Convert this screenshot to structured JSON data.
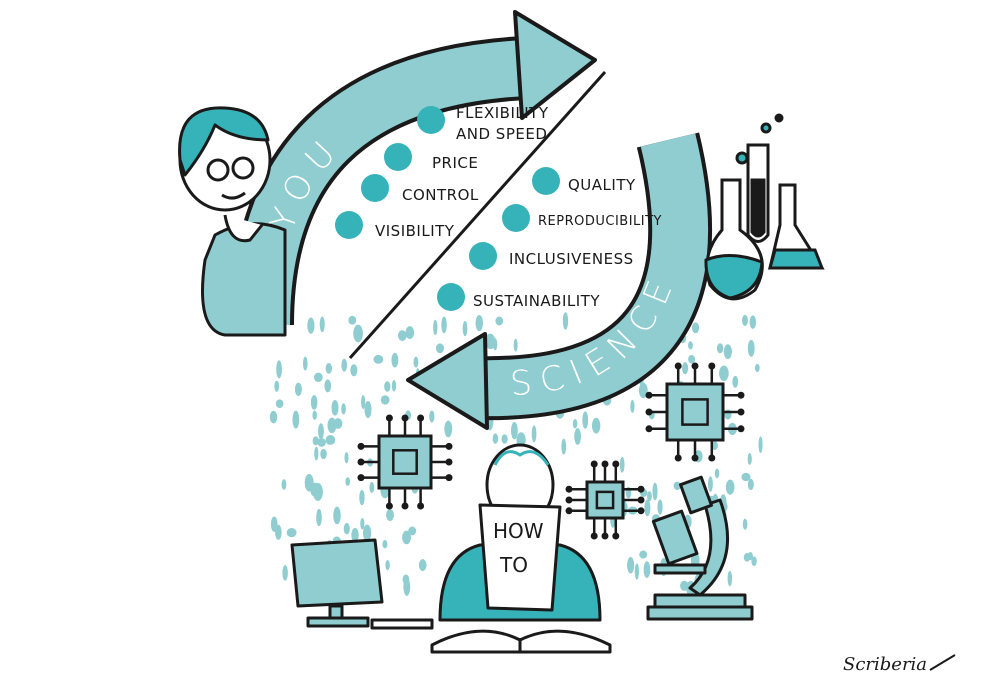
{
  "you_cycle": {
    "label": "YOU",
    "items": [
      "FLEXIBILITY",
      "AND SPEED",
      "PRICE",
      "CONTROL",
      "VISIBILITY"
    ]
  },
  "science_cycle": {
    "label": "SCIENCE",
    "items": [
      "QUALITY",
      "REPRODUCIBILITY",
      "INCLUSIVENESS",
      "SUSTAINABILITY"
    ]
  },
  "paper": {
    "line1": "HOW",
    "line2": "TO"
  },
  "signature": "Scriberia",
  "colors": {
    "teal_light": "#8fcdd0",
    "teal_dot": "#36b3b9",
    "ink": "#1a1a1a"
  }
}
